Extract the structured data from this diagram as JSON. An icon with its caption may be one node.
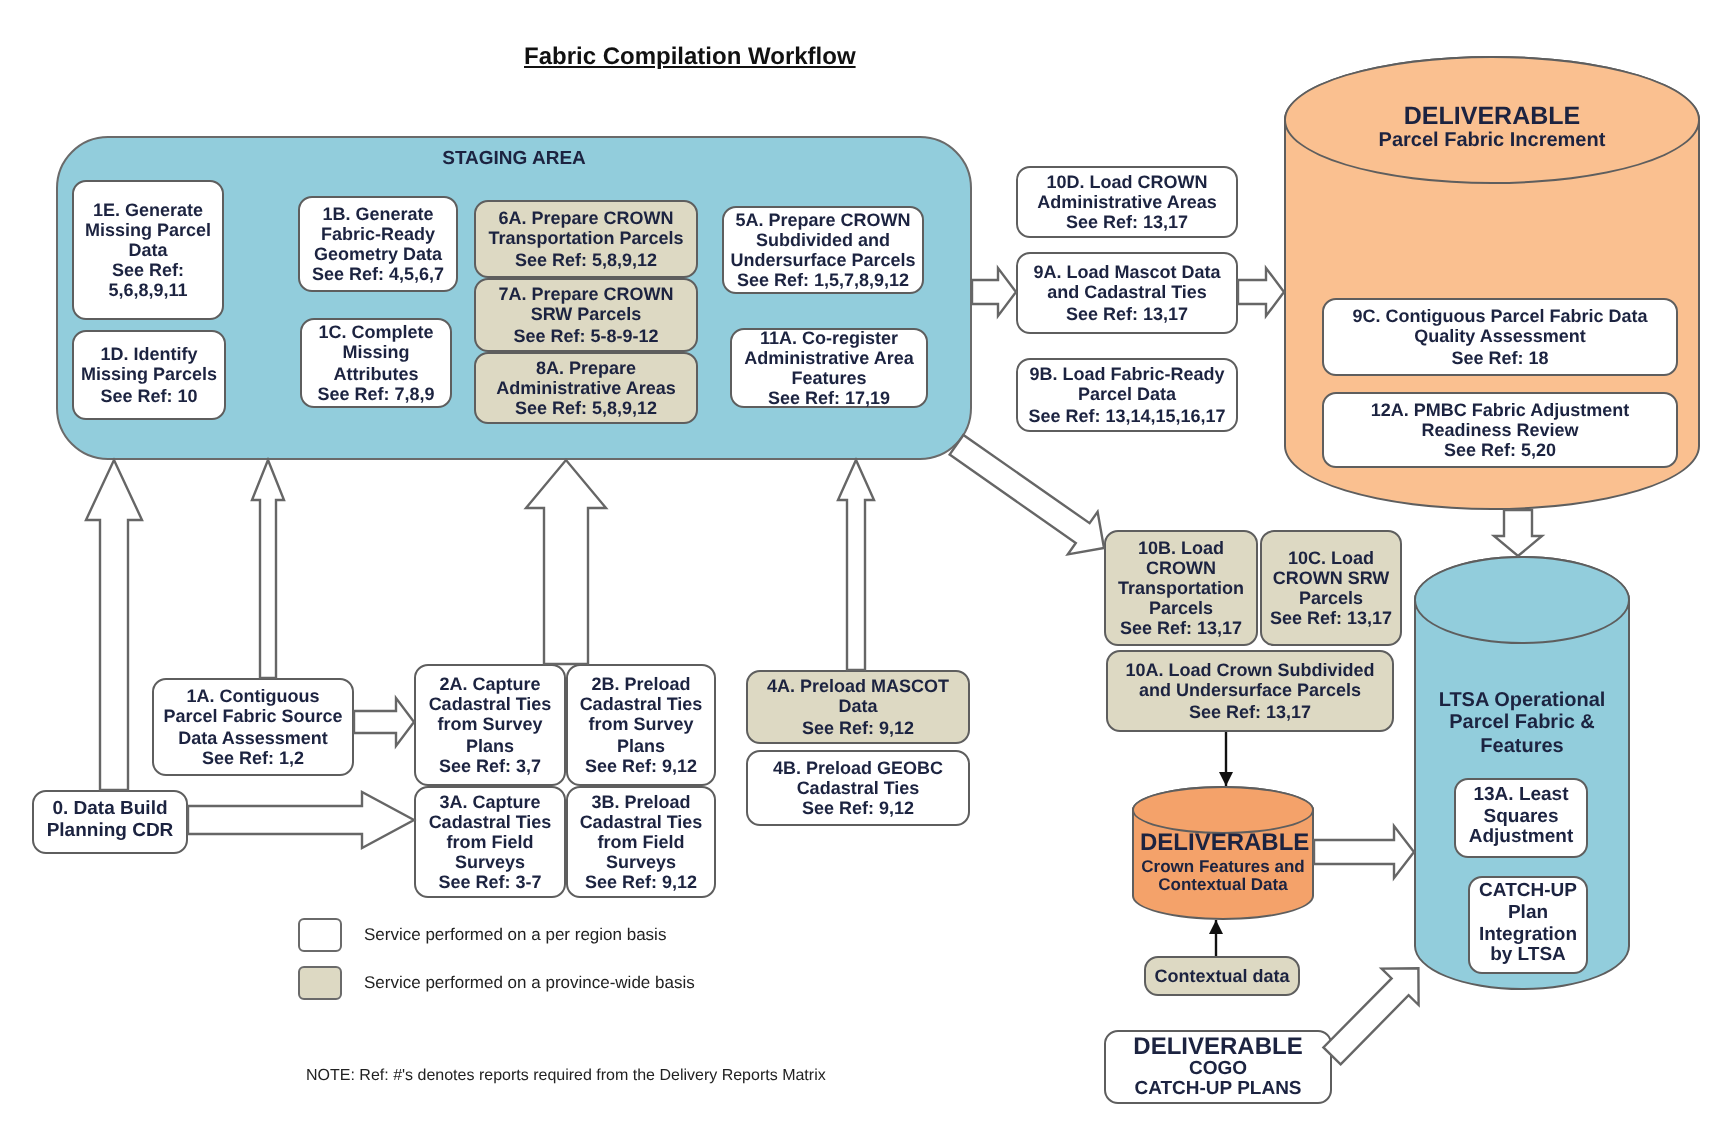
{
  "diagram": {
    "title": "Fabric Compilation Workflow",
    "nodes": [
      {
        "text": [
          "STAGING AREA"
        ]
      },
      {
        "text": [
          "1E. Generate Missing Parcel Data",
          "See Ref: 5,6,8,9,11"
        ],
        "in": 0
      },
      {
        "text": [
          "1D. Identify Missing Parcels",
          "See Ref: 10"
        ],
        "in": 0
      },
      {
        "text": [
          "1B. Generate Fabric-Ready Geometry Data",
          "See Ref: 4,5,6,7"
        ],
        "in": 0
      },
      {
        "text": [
          "1C. Complete Missing Attributes",
          "See Ref: 7,8,9"
        ],
        "in": 0
      },
      {
        "text": [
          "6A. Prepare CROWN Transportation Parcels",
          "See Ref: 5,8,9,12"
        ],
        "in": 0
      },
      {
        "text": [
          "7A. Prepare CROWN SRW Parcels",
          "See Ref: 5-8-9-12"
        ],
        "in": 0
      },
      {
        "text": [
          "8A. Prepare Administrative Areas",
          "See Ref: 5,8,9,12"
        ],
        "in": 0
      },
      {
        "text": [
          "5A. Prepare CROWN Subdivided and Undersurface Parcels",
          "See Ref: 1,5,7,8,9,12"
        ],
        "in": 0
      },
      {
        "text": [
          "11A. Co-register Administrative Area Features",
          "See Ref: 17,19"
        ],
        "in": 0
      },
      {
        "text": [
          "10D. Load CROWN Administrative Areas",
          "See Ref: 13,17"
        ]
      },
      {
        "text": [
          "9A. Load Mascot Data and Cadastral Ties",
          "See Ref: 13,17"
        ]
      },
      {
        "text": [
          "9B. Load Fabric-Ready Parcel Data",
          "See Ref: 13,14,15,16,17"
        ]
      },
      {
        "text": [
          "DELIVERABLE",
          "Parcel Fabric Increment"
        ]
      },
      {
        "text": [
          "9C. Contiguous Parcel Fabric Data Quality Assessment",
          "See Ref: 18"
        ],
        "in": 13
      },
      {
        "text": [
          "12A. PMBC Fabric Adjustment Readiness Review",
          "See Ref: 5,20"
        ],
        "in": 13
      },
      {
        "text": [
          "10B. Load CROWN Transportation Parcels",
          "See Ref: 13,17"
        ]
      },
      {
        "text": [
          "10C. Load CROWN SRW Parcels",
          "See Ref: 13,17"
        ]
      },
      {
        "text": [
          "10A. Load Crown Subdivided and Undersurface Parcels",
          "See Ref: 13,17"
        ]
      },
      {
        "text": [
          "LTSA Operational Parcel Fabric & Features"
        ]
      },
      {
        "text": [
          "13A. Least Squares Adjustment"
        ],
        "in": 19
      },
      {
        "text": [
          "CATCH-UP Plan Integration by LTSA"
        ],
        "in": 19
      },
      {
        "text": [
          "1A. Contiguous Parcel Fabric Source Data Assessment",
          "See Ref: 1,2"
        ]
      },
      {
        "text": [
          "2A. Capture Cadastral Ties from Survey Plans",
          "See Ref: 3,7"
        ]
      },
      {
        "text": [
          "2B. Preload Cadastral Ties from Survey Plans",
          "See Ref: 9,12"
        ]
      },
      {
        "text": [
          "4A. Preload MASCOT Data",
          "See Ref: 9,12"
        ]
      },
      {
        "text": [
          "0. Data Build Planning CDR"
        ]
      },
      {
        "text": [
          "3A. Capture Cadastral Ties from Field Surveys",
          "See Ref: 3-7"
        ]
      },
      {
        "text": [
          "3B. Preload Cadastral Ties from Field Surveys",
          "See Ref: 9,12"
        ]
      },
      {
        "text": [
          "4B. Preload GEOBC Cadastral Ties",
          "See Ref: 9,12"
        ]
      },
      {
        "text": [
          "DELIVERABLE",
          "Crown Features and Contextual Data"
        ]
      },
      {
        "text": [
          "Contextual data"
        ]
      },
      {
        "text": [
          "DELIVERABLE",
          "COGO",
          "CATCH-UP PLANS"
        ]
      }
    ],
    "edges": [
      {
        "from": 0,
        "to": 11,
        "arrow": "to"
      },
      {
        "from": 11,
        "to": 13,
        "arrow": "to"
      },
      {
        "from": 0,
        "to": 16,
        "arrow": "to"
      },
      {
        "from": 13,
        "to": 19,
        "arrow": "to"
      },
      {
        "from": 18,
        "to": 30,
        "arrow": "to"
      },
      {
        "from": 31,
        "to": 30,
        "arrow": "to"
      },
      {
        "from": 30,
        "to": 19,
        "arrow": "to"
      },
      {
        "from": 32,
        "to": 19,
        "arrow": "to"
      },
      {
        "from": 26,
        "to": 0,
        "arrow": "to"
      },
      {
        "from": 22,
        "to": 0,
        "arrow": "to"
      },
      {
        "from": 23,
        "to": 0,
        "arrow": "to"
      },
      {
        "from": 24,
        "to": 0,
        "arrow": "to"
      },
      {
        "from": 25,
        "to": 0,
        "arrow": "to"
      },
      {
        "from": 22,
        "to": 23,
        "arrow": "to"
      },
      {
        "from": 26,
        "to": 27,
        "arrow": "to"
      }
    ],
    "labels": [
      "NOTE: Ref: #'s denotes reports required from the Delivery Reports Matrix"
    ],
    "legend": [
      {
        "text": "Service performed on a per region basis",
        "color": "#ffffff"
      },
      {
        "text": "Service performed on a province-wide basis",
        "color": "#ddd9c3"
      }
    ]
  }
}
